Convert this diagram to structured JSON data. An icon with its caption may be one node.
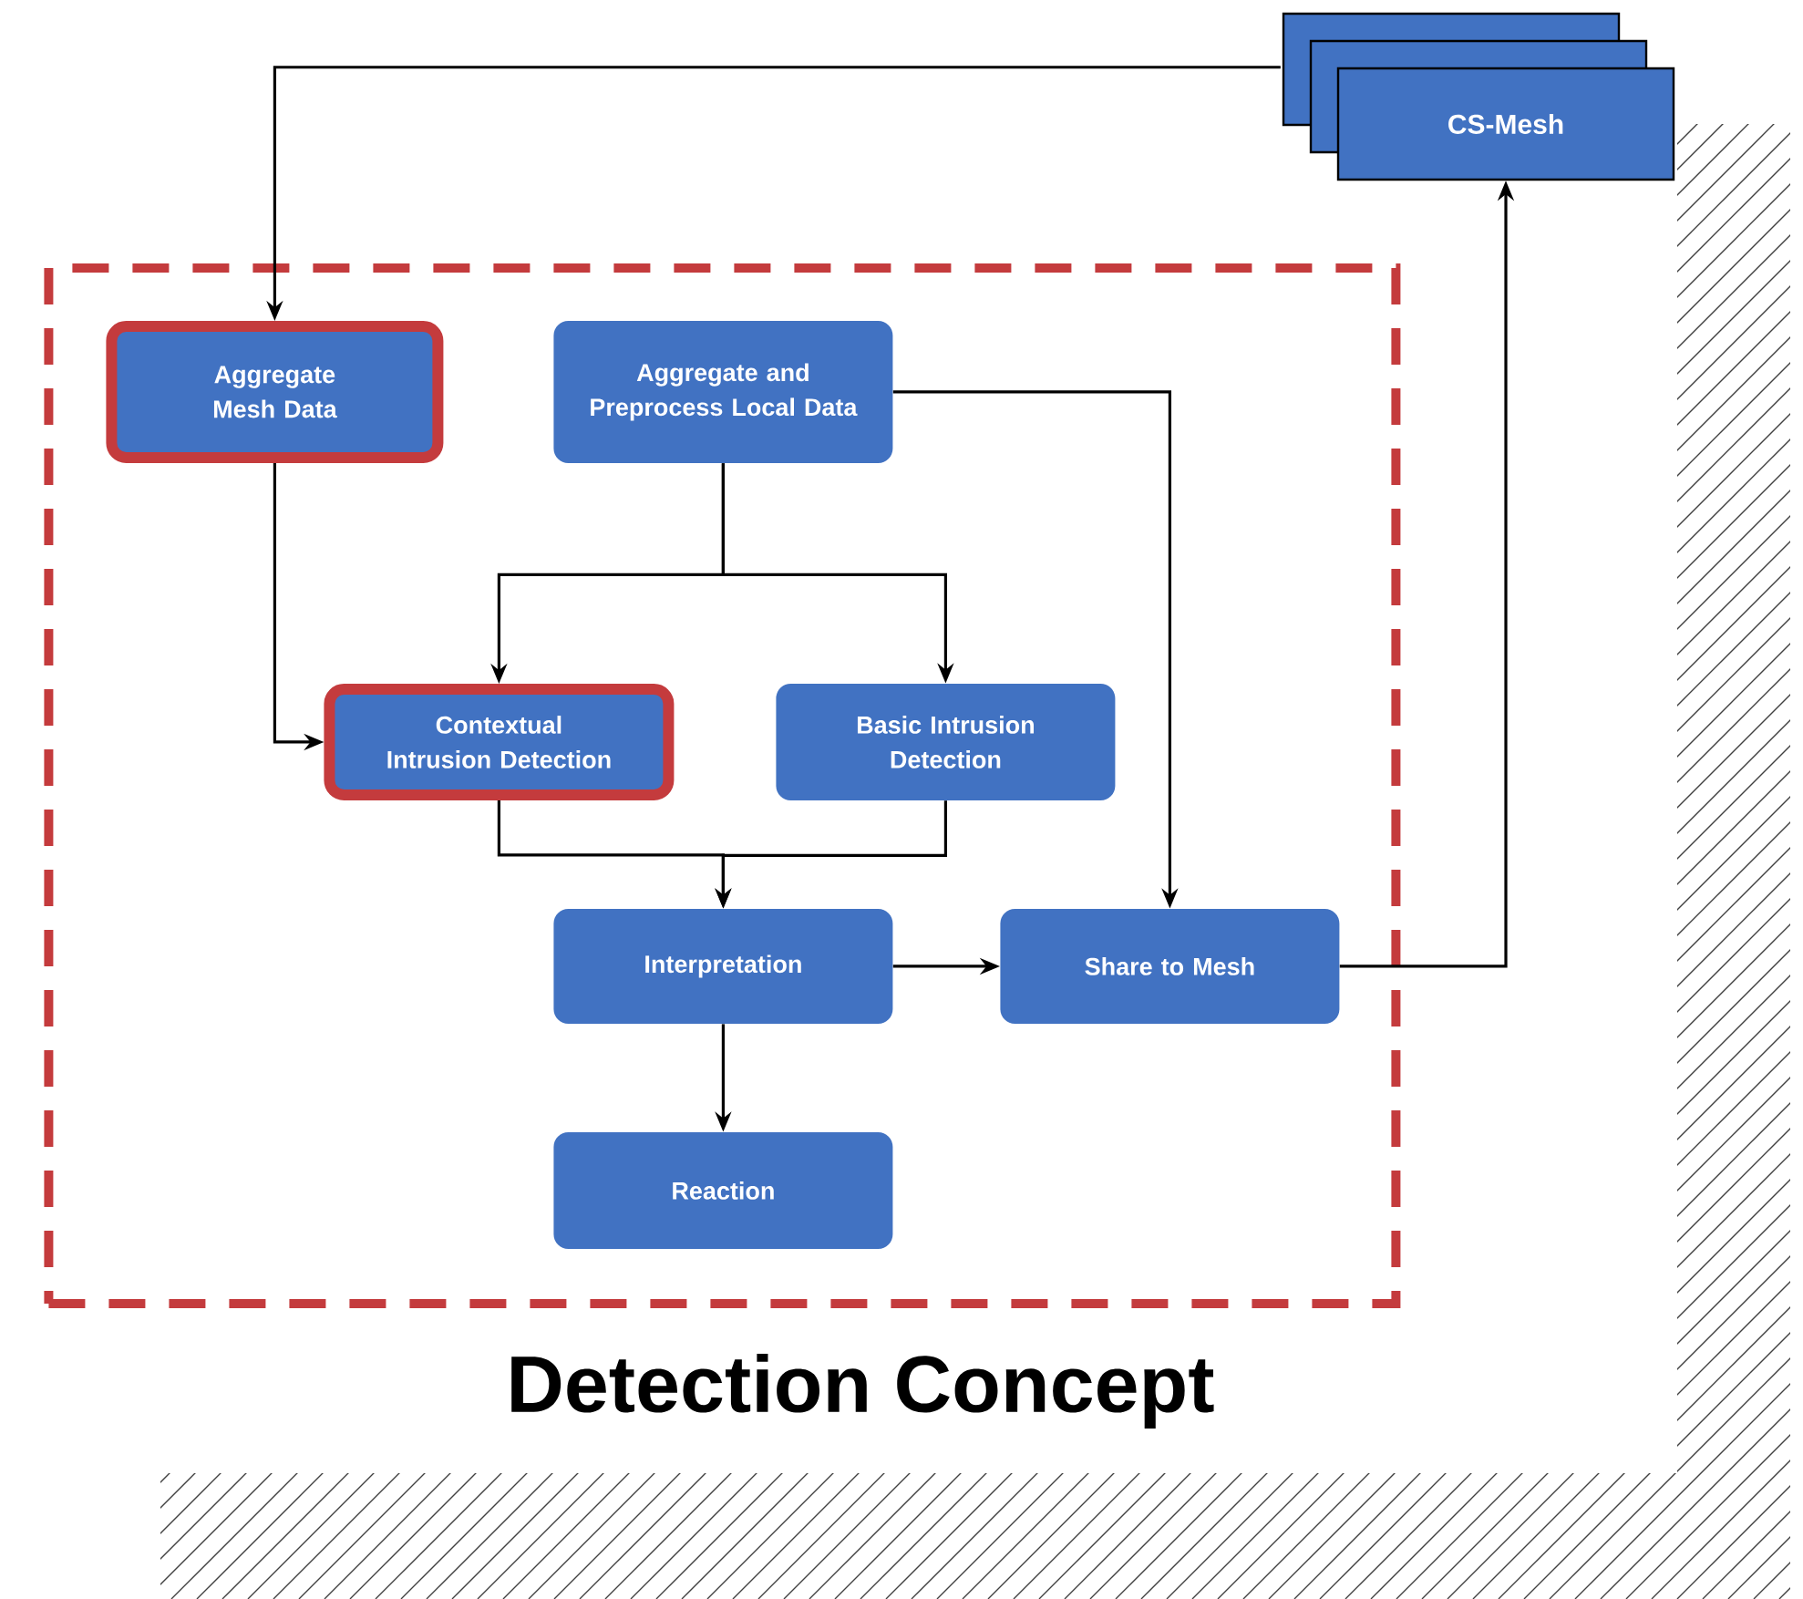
{
  "diagram": {
    "nodes": [
      {
        "text": [
          "Detection Concept"
        ]
      },
      {
        "text": [
          "Aggregate Mesh Data"
        ],
        "in": 0
      },
      {
        "text": [
          "Aggregate and Preprocess Local Data"
        ],
        "in": 0
      },
      {
        "text": [
          "Contextual Intrusion Detection"
        ],
        "in": 0
      },
      {
        "text": [
          "Basic Intrusion Detection"
        ],
        "in": 0
      },
      {
        "text": [
          "Interpretation"
        ],
        "in": 0
      },
      {
        "text": [
          "Share to Mesh"
        ],
        "in": 0
      },
      {
        "text": [
          "Reaction"
        ],
        "in": 0
      },
      {
        "text": [
          "CS-Mesh"
        ]
      }
    ],
    "edges": [
      {
        "from": 8,
        "to": 1,
        "arrow": "to"
      },
      {
        "from": 1,
        "to": 3,
        "arrow": "to"
      },
      {
        "from": 2,
        "to": 3,
        "arrow": "to"
      },
      {
        "from": 2,
        "to": 4,
        "arrow": "to"
      },
      {
        "from": 2,
        "to": 6,
        "arrow": "to"
      },
      {
        "from": 3,
        "to": 5,
        "arrow": "to"
      },
      {
        "from": 4,
        "to": 5,
        "arrow": "to"
      },
      {
        "from": 5,
        "to": 6,
        "arrow": "to"
      },
      {
        "from": 5,
        "to": 7,
        "arrow": "to"
      },
      {
        "from": 6,
        "to": 8,
        "arrow": "to"
      }
    ]
  }
}
